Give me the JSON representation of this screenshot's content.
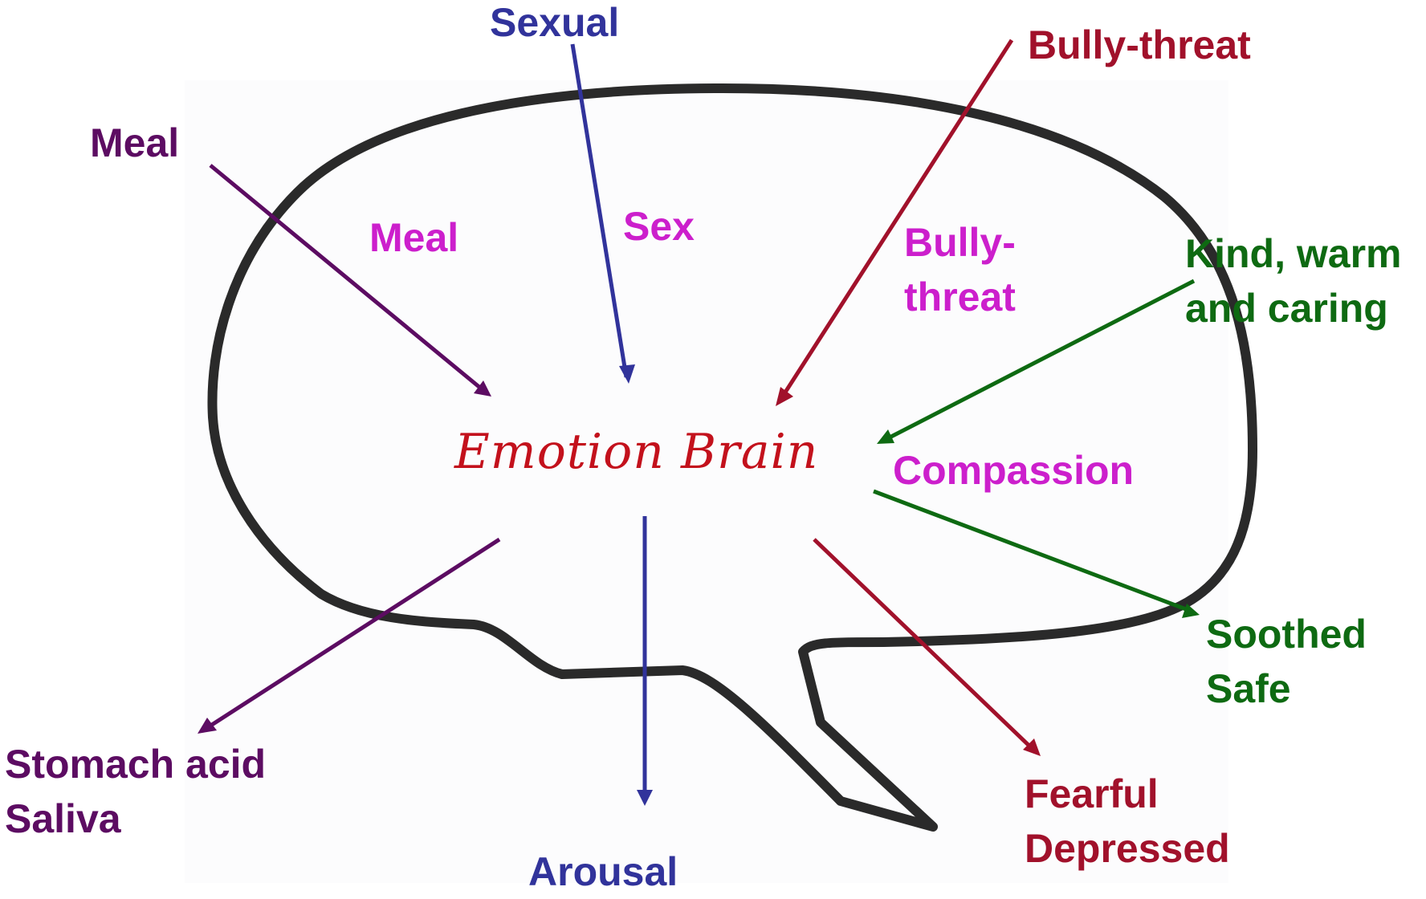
{
  "center": {
    "title": "Emotion Brain"
  },
  "colors": {
    "meal": "#5c0c62",
    "sexual": "#31339b",
    "threat": "#a1112b",
    "kind": "#0e6a12",
    "inner": "#cc1fcc",
    "title": "#c3111c",
    "outline": "#2a2a2a"
  },
  "outer_labels": {
    "sexual": "Sexual",
    "bully_threat": "Bully-threat",
    "meal": "Meal",
    "kind": [
      "Kind, warm",
      "and caring"
    ],
    "soothed": [
      "Soothed",
      "Safe"
    ],
    "stomach": [
      "Stomach acid",
      "Saliva"
    ],
    "arousal": "Arousal",
    "fearful": [
      "Fearful",
      "Depressed"
    ]
  },
  "inner_labels": {
    "meal": "Meal",
    "sex": "Sex",
    "bully": [
      "Bully-",
      "threat"
    ],
    "compassion": "Compassion"
  }
}
